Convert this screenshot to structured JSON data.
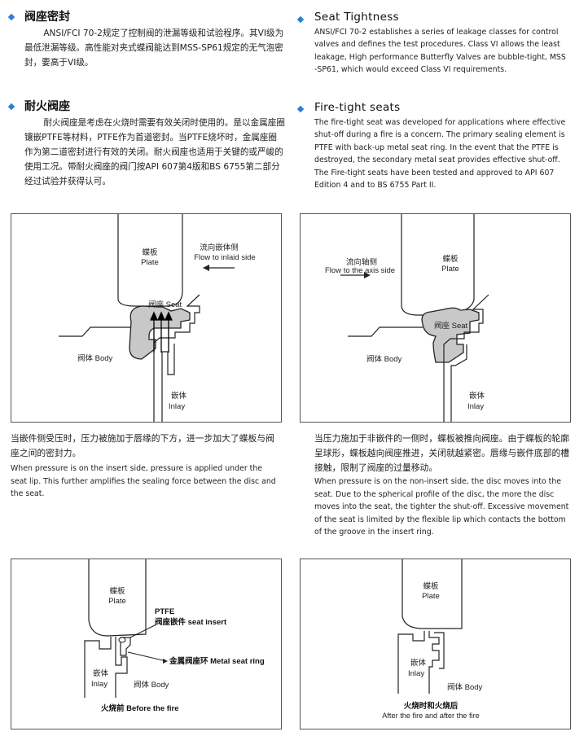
{
  "sec1": {
    "cn_title": "阀座密封",
    "cn_body": "ANSI/FCI 70-2规定了控制阀的泄漏等级和试验程序。其VI级为最低泄漏等级。高性能对夹式蝶阀能达到MSS-SP61规定的无气泡密封，要高于VI级。",
    "en_title": "Seat Tightness",
    "en_body": "ANSI/FCI 70-2 establishes a series of leakage classes for control valves and defines the test procedures. Class VI allows the least leakage, High performance Butterfly Valves are bubble-tight, MSS -SP61, which would exceed Class VI requirements."
  },
  "sec2": {
    "cn_title": "耐火阀座",
    "cn_body": "耐火阀座是考虑在火烧时需要有效关闭时使用的。是以金属座圈镶嵌PTFE等材料，PTFE作为首道密封。当PTFE烧坏时，金属座圈作为第二道密封进行有效的关闭。耐火阀座也适用于关键的或严峻的使用工况。带耐火阀座的阀门按API 607第4版和BS 6755第二部分经过试验并获得认可。",
    "en_title": "Fire-tight seats",
    "en_body": "The fire-tight seat was developed for applications where effective shut-off during a fire is a concern. The primary sealing element is PTFE with back-up metal seat ring. In the event that the PTFE is destroyed, the secondary metal seat provides effective shut-off. The Fire-tight seats have been tested and approved to API 607 Edition 4 and to BS 6755 Part II."
  },
  "diag1": {
    "plate_cn": "蝶板",
    "plate_en": "Plate",
    "flow_cn": "流向嵌体侧",
    "flow_en": "Flow to inlaid side",
    "seat": "阀座 Seat",
    "body": "阀体 Body",
    "inlay_cn": "嵌体",
    "inlay_en": "Inlay"
  },
  "diag2": {
    "plate_cn": "蝶板",
    "plate_en": "Plate",
    "flow_cn": "流向轴侧",
    "flow_en": "Flow to the axis side",
    "seat": "阀座 Seat",
    "body": "阀体 Body",
    "inlay_cn": "嵌体",
    "inlay_en": "Inlay"
  },
  "cap1": {
    "cn": "当嵌件侧受压时，压力被施加于唇缘的下方，进一步加大了蝶板与阀座之间的密封力。",
    "en": "When pressure is on the insert side, pressure is applied under the seat lip. This further amplifies the sealing force between the disc and the seat."
  },
  "cap2": {
    "cn": "当压力施加于非嵌件的一侧时，蝶板被推向阀座。由于蝶板的轮廓呈球形，蝶板越向阀座推进，关闭就越紧密。唇缘与嵌件底部的槽接触，限制了阀座的过量移动。",
    "en": "When pressure is on the non-insert side, the disc moves into the seat. Due to the spherical profile of the disc, the more the disc moves into the seat, the tighter the shut-off. Excessive movement of the seat is limited by the flexible lip which contacts the bottom of the groove in the insert ring."
  },
  "diag3": {
    "plate_cn": "蝶板",
    "plate_en": "Plate",
    "ptfe": "PTFE",
    "seat_insert": "阀座嵌件 seat insert",
    "metal_ring": "金属阀座环 Metal seat ring",
    "inlay_cn": "嵌体",
    "inlay_en": "Inlay",
    "body": "阀体 Body",
    "caption": "火烧前 Before the fire"
  },
  "diag4": {
    "plate_cn": "蝶板",
    "plate_en": "Plate",
    "inlay_cn": "嵌体",
    "inlay_en": "Inlay",
    "body": "阀体 Body",
    "caption_cn": "火烧时和火烧后",
    "caption_en": "After the fire and after the fire"
  },
  "colors": {
    "bullet": "#2b7fd4",
    "seat_fill": "#c8c8c8",
    "line": "#222222"
  }
}
